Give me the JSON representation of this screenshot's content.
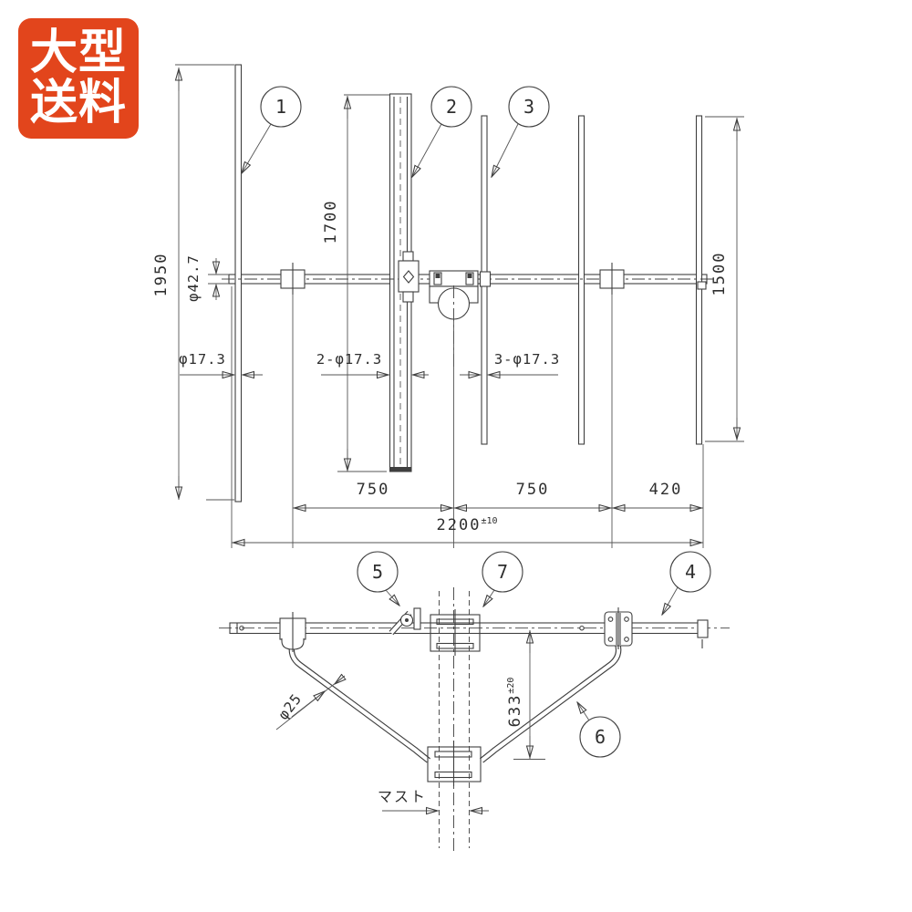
{
  "badge": {
    "line1": "大型",
    "line2": "送料",
    "bg_color": "#e2451c",
    "text_color": "#ffffff"
  },
  "colors": {
    "line": "#3f3f3f",
    "dim_line": "#565656",
    "text": "#2e2e2e",
    "background": "#ffffff"
  },
  "top_view": {
    "callouts": [
      {
        "number": "1"
      },
      {
        "number": "2"
      },
      {
        "number": "3"
      }
    ],
    "dims": {
      "reflector_length": "1950",
      "driven_length": "1700",
      "director_length": "1500",
      "boom_diameter": "φ42.7",
      "reflector_diameter": "φ17.3",
      "driven_diameter": "2-φ17.3",
      "director_diameter": "3-φ17.3",
      "span1": "750",
      "span2": "750",
      "span3": "420",
      "total": "2200",
      "total_tol": "±10"
    }
  },
  "side_view": {
    "callouts": [
      {
        "number": "5"
      },
      {
        "number": "7"
      },
      {
        "number": "4"
      },
      {
        "number": "6"
      }
    ],
    "dims": {
      "support_diameter": "φ25",
      "drop": "633",
      "drop_tol": "±20",
      "mast_label": "マスト"
    }
  }
}
